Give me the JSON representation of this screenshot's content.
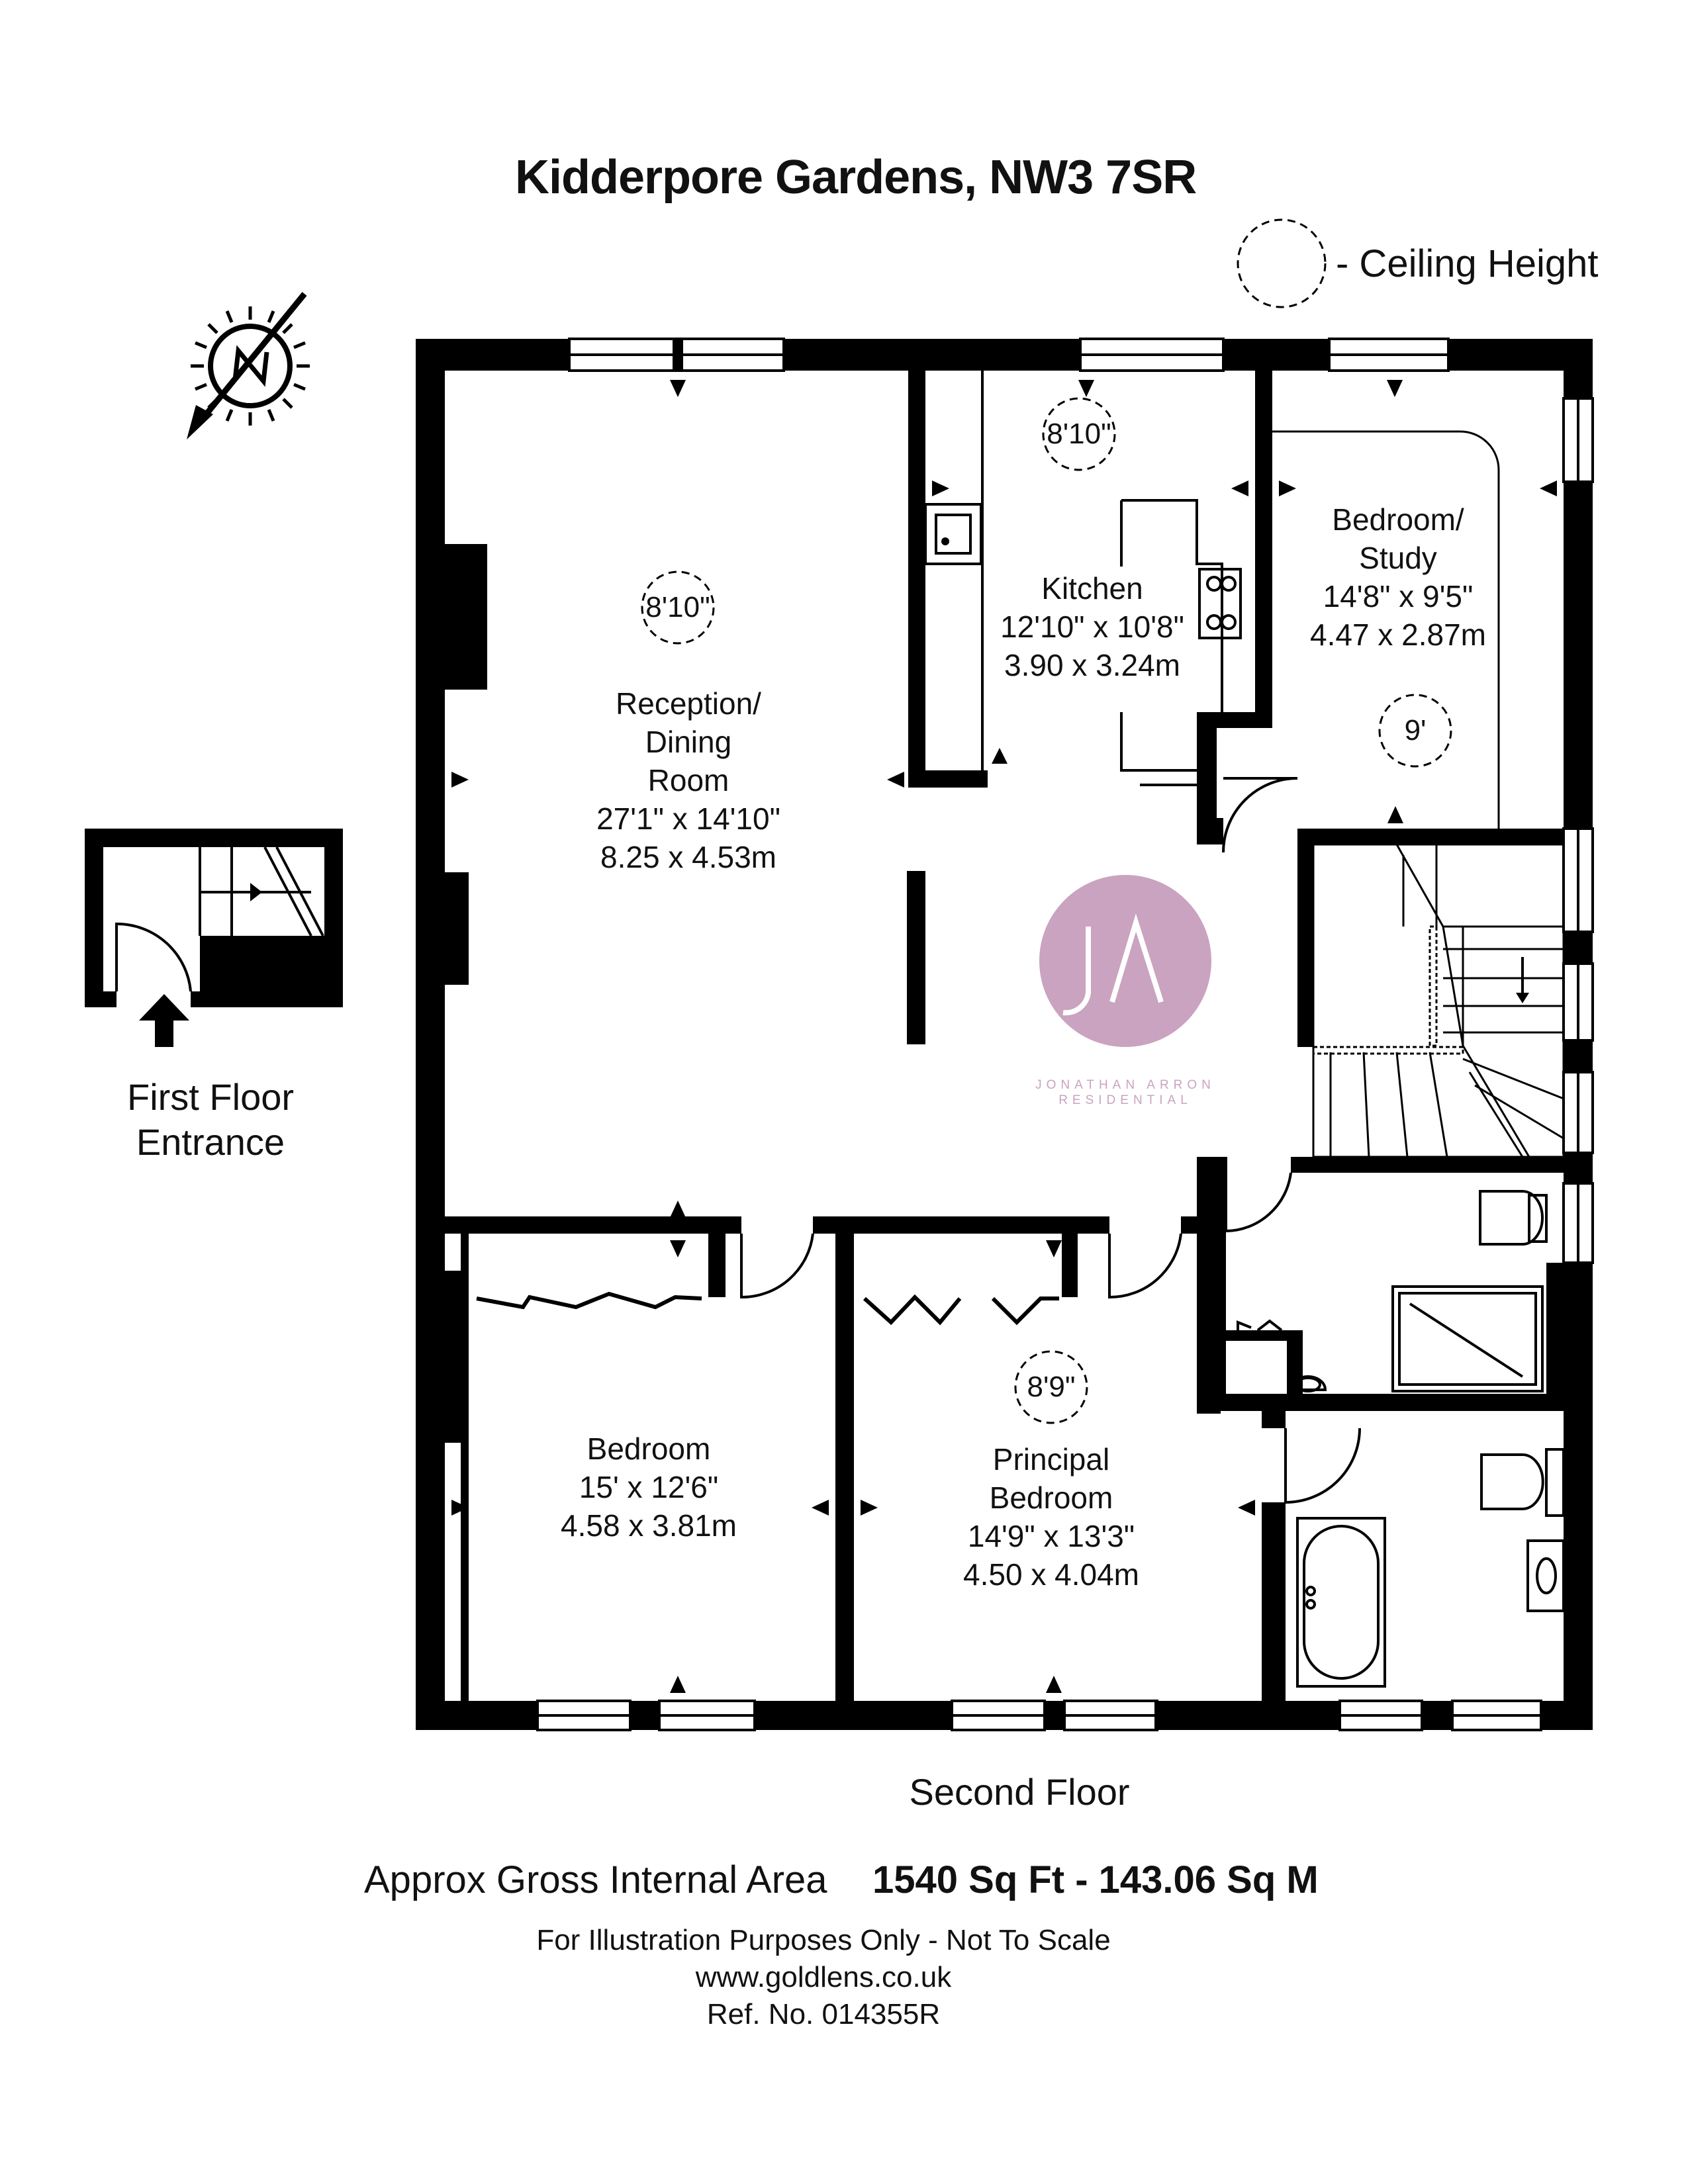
{
  "title": "Kidderpore Gardens, NW3 7SR",
  "legend": {
    "ceiling_height_label": "- Ceiling Height"
  },
  "compass": {
    "letter": "N"
  },
  "rooms": [
    {
      "id": "reception",
      "lines": [
        "Reception/",
        "Dining",
        "Room",
        "27'1\" x 14'10\"",
        "8.25 x 4.53m"
      ],
      "ceiling": "8'10\""
    },
    {
      "id": "kitchen",
      "lines": [
        "Kitchen",
        "12'10\" x 10'8\"",
        "3.90 x 3.24m"
      ],
      "ceiling": "8'10\""
    },
    {
      "id": "study",
      "lines": [
        "Bedroom/",
        "Study",
        "14'8\" x 9'5\"",
        "4.47 x 2.87m"
      ],
      "ceiling": "9'"
    },
    {
      "id": "bedroom",
      "lines": [
        "Bedroom",
        "15' x 12'6\"",
        "4.58 x 3.81m"
      ]
    },
    {
      "id": "principal",
      "lines": [
        "Principal",
        "Bedroom",
        "14'9\" x 13'3\"",
        "4.50 x 4.04m"
      ],
      "ceiling": "8'9\""
    }
  ],
  "first_floor_entrance": [
    "First Floor",
    "Entrance"
  ],
  "floor_label": "Second Floor",
  "area": {
    "label": "Approx Gross Internal Area",
    "value": "1540 Sq Ft  - 143.06 Sq M"
  },
  "brand": {
    "initials": "JA",
    "name": "JONATHAN ARRON",
    "sub": "RESIDENTIAL",
    "color": "#c9a3c0"
  },
  "footer": [
    "For Illustration Purposes Only - Not To Scale",
    "www.goldlens.co.uk",
    "Ref. No. 014355R"
  ]
}
